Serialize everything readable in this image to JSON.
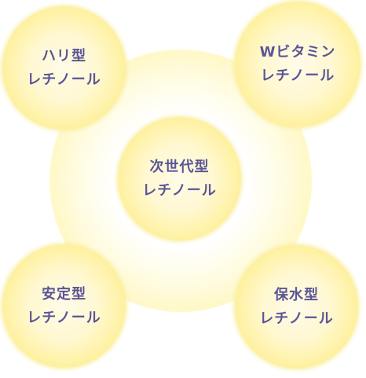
{
  "diagram": {
    "nodes": {
      "top_left": {
        "line1": "ハリ型",
        "line2": "レチノール"
      },
      "top_right": {
        "line1": "Wビタミン",
        "line2": "レチノール"
      },
      "center": {
        "line1": "次世代型",
        "line2": "レチノール"
      },
      "bottom_left": {
        "line1": "安定型",
        "line2": "レチノール"
      },
      "bottom_right": {
        "line1": "保水型",
        "line2": "レチノール"
      }
    },
    "colors": {
      "text": "#5b5596",
      "bubble_fill": "#fff3ac",
      "bubble_edge": "#fbe77e",
      "halo": "#fff8c8"
    }
  }
}
